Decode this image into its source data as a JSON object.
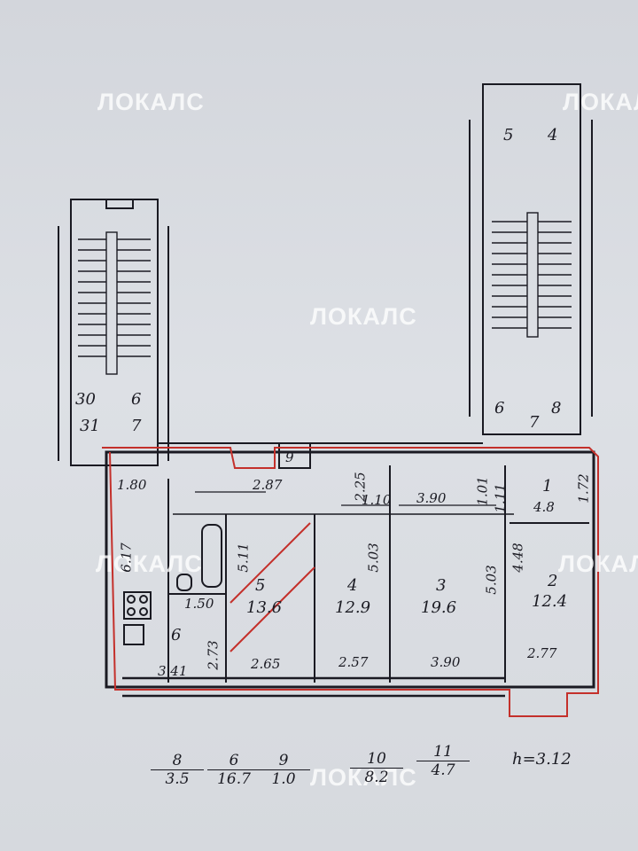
{
  "watermark": "ЛОКАЛС",
  "height_label": "h=3.12",
  "stair_left": {
    "a": "30",
    "b": "6",
    "c": "31",
    "d": "7"
  },
  "stair_right": {
    "a": "5",
    "b": "4",
    "c": "6",
    "d": "7",
    "e": "8"
  },
  "small_room": "9",
  "rooms": [
    {
      "num": "5",
      "area": "13.6"
    },
    {
      "num": "4",
      "area": "12.9"
    },
    {
      "num": "3",
      "area": "19.6"
    },
    {
      "num": "2",
      "area": "12.4"
    },
    {
      "num": "1",
      "area": "4.8"
    },
    {
      "num": "6",
      "area": ""
    }
  ],
  "dims": {
    "d180": "1.80",
    "d287": "2.87",
    "d225": "2.25",
    "d110": "1.10",
    "d390top": "3.90",
    "d101": "1.01",
    "d111": "1.11",
    "d172": "1.72",
    "d617": "6.17",
    "d511": "5.11",
    "d503a": "5.03",
    "d503b": "5.03",
    "d448": "4.48",
    "d150": "1.50",
    "d273": "2.73",
    "d341": "3.41",
    "d265": "2.65",
    "d257": "2.57",
    "d390bot": "3.90",
    "d277": "2.77"
  },
  "legend": [
    {
      "top": "8",
      "bot": "3.5"
    },
    {
      "top": "6",
      "bot": "16.7"
    },
    {
      "top": "9",
      "bot": "1.0"
    },
    {
      "top": "10",
      "bot": "8.2"
    },
    {
      "top": "11",
      "bot": "4.7"
    }
  ],
  "colors": {
    "ink": "#1a1a22",
    "red": "#c4302b"
  }
}
